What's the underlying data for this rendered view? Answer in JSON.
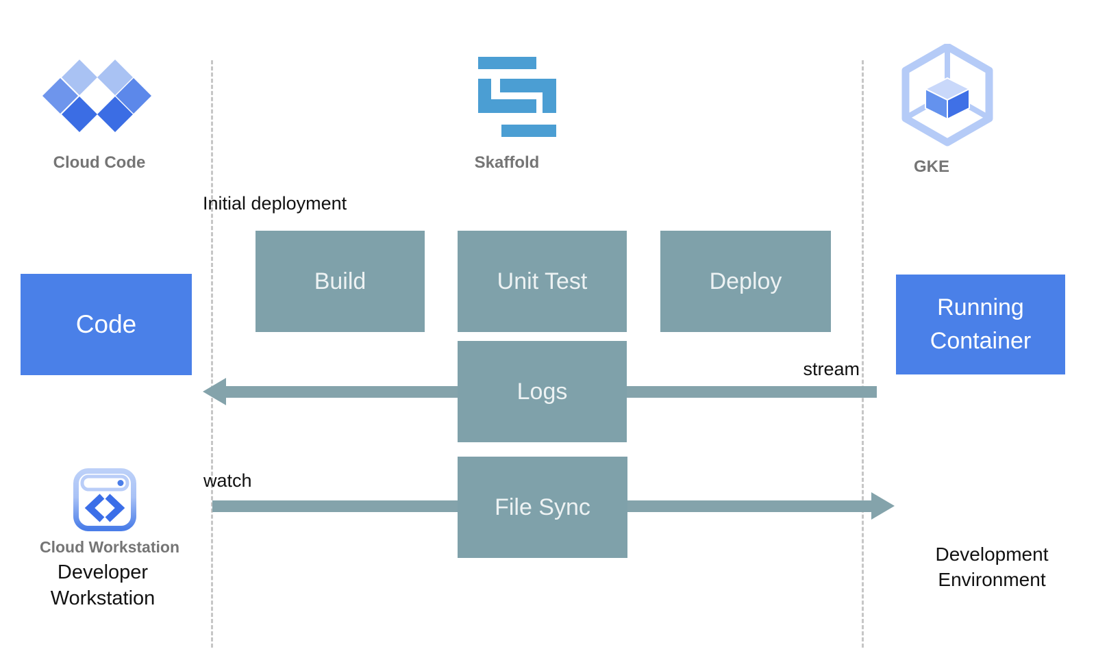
{
  "labels": {
    "cloud_code": "Cloud Code",
    "skaffold": "Skaffold",
    "gke": "GKE",
    "cloud_workstation": "Cloud Workstation"
  },
  "nodes": {
    "code": "Code",
    "build": "Build",
    "unit_test": "Unit Test",
    "deploy": "Deploy",
    "logs": "Logs",
    "file_sync": "File Sync",
    "running_container": "Running Container"
  },
  "annotations": {
    "initial_deployment": "Initial deployment",
    "stream": "stream",
    "watch": "watch",
    "developer_workstation": "Developer Workstation",
    "development_environment": "Development Environment"
  },
  "colors": {
    "process_box": "#7fa1aa",
    "process_text": "#edf2f3",
    "artifact_box": "#4a80e8",
    "arrow": "#84a3ab",
    "dashed_line": "#c6c6c6",
    "caption_gray": "#757575",
    "annotation_black": "#111111",
    "skaffold_logo_blue": "#4b9ed3",
    "cloud_code_light": "#a9c2f3",
    "cloud_code_mid": "#6e95ec",
    "cloud_code_mid2": "#5c88ea",
    "cloud_code_dark": "#3b6de4",
    "gke_hex_light": "#b5cbf7",
    "gke_cube_top": "#c9d8fa",
    "gke_cube_left": "#6492ee",
    "gke_cube_right": "#3f70e6",
    "workstation_chevron_blue": "#3b6ee8",
    "workstation_frame_top": "#bcd0f8",
    "workstation_frame_bottom": "#4a7de8"
  }
}
